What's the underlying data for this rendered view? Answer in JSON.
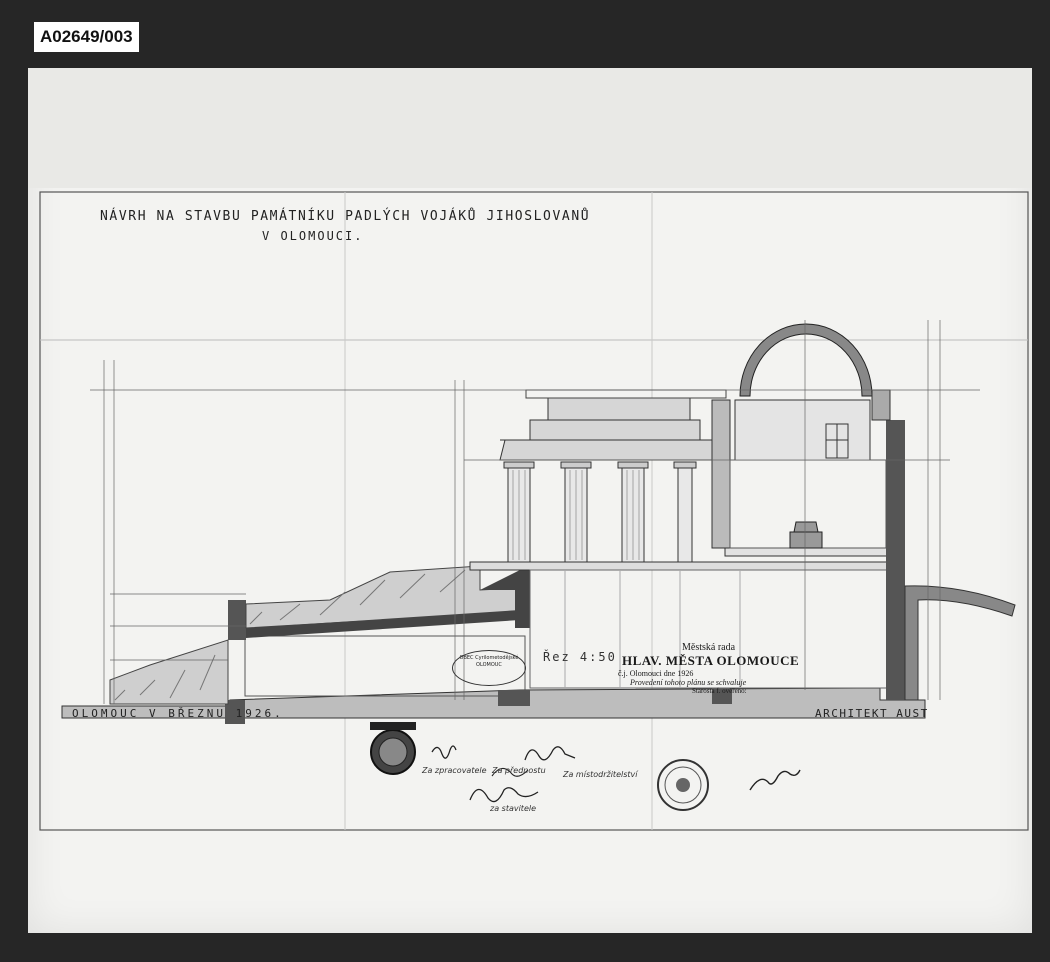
{
  "archive_label": "A02649/003",
  "drawing": {
    "title_line1": "NÁVRH NA STAVBU PAMÁTNÍKU PADLÝCH VOJÁKŮ JIHOSLOVANŮ",
    "title_line2": "V OLOMOUCI.",
    "place_date": "OLOMOUC V BŘEZNU 1926.",
    "architect": "ARCHITEKT AUST",
    "res_note": "Řez 4:50"
  },
  "stamps": {
    "council_line1": "Městská rada",
    "council_line2": "HLAV. MĚSTA OLOMOUCE",
    "council_line3": "č.j.          Olomouci dne          1926",
    "council_line4": "Provedení tohoto plánu se schvaluje",
    "council_line5": "Starosta f. ověřeno:",
    "oval_text": "OBEC Cyrilometodějské OLOMOUC"
  },
  "signatures": {
    "sig1_caption": "Za zpracovatele",
    "sig2_caption": "Za přednostu",
    "sig3_caption": "Za místodržitelství",
    "sig4_caption": "za stavitele"
  },
  "colors": {
    "background": "#262626",
    "paper": "#f3f3f1",
    "ink": "#222222"
  }
}
